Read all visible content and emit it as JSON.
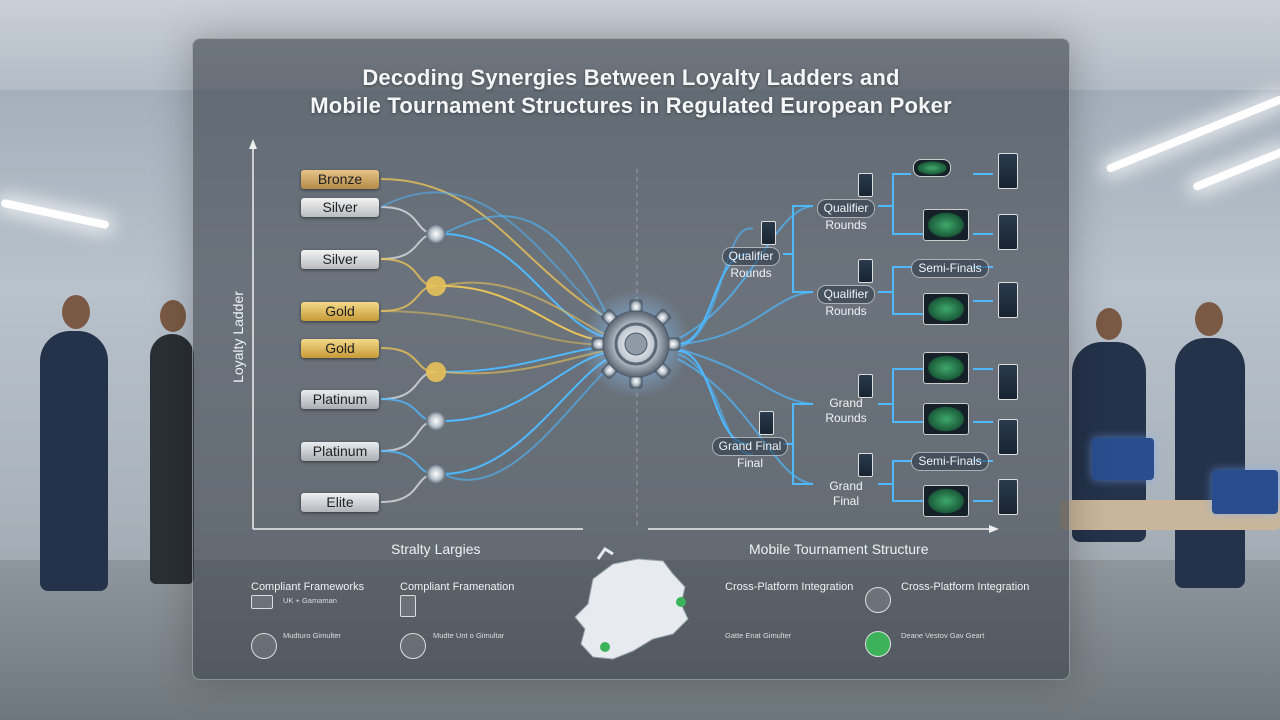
{
  "title": {
    "line1": "Decoding Synergies Between Loyalty Ladders and",
    "line2": "Mobile Tournament Structures in Regulated European Poker"
  },
  "y_axis_label": "Loyalty Ladder",
  "left_axis_caption": "Stralty Largies",
  "right_axis_caption": "Mobile Tournament Structure",
  "tiers": [
    "Bronze",
    "Silver",
    "Silver",
    "Gold",
    "Gold",
    "Platinum",
    "Platinum",
    "Elite"
  ],
  "tournament_nodes": {
    "qualifier_left": [
      "Qualifier",
      "Rounds"
    ],
    "grand_final_left": [
      "Grand Final",
      "Final"
    ],
    "qualifier_top": [
      "Qualifier",
      "Rounds"
    ],
    "qualifier_mid": [
      "Qualifier",
      "Rounds"
    ],
    "grand_rounds": [
      "Grand",
      "Rounds"
    ],
    "grand_final": [
      "Grand",
      "Final"
    ],
    "semi_finals_1": "Semi-Finals",
    "semi_finals_2": "Semi-Finals"
  },
  "footer": {
    "col1_heading": "Compliant Frameworks",
    "col1_item1_title": "UK + Gamaman",
    "col1_item2_title": "Mudturo Gimulter",
    "col2_heading": "Compliant Framenation",
    "col2_item2_title": "Mudte Unt o Gimultar",
    "col3_heading": "Cross-Platform Integration",
    "col3_item2_title": "Gatte Enat Gimulter",
    "col4_heading": "Cross-Platform Integration",
    "col4_item2_title": "Deane Vestov Gav Geart"
  },
  "colors": {
    "gold": "#e8c25a",
    "blue": "#4fb8ff",
    "silver": "#d9dde2",
    "panel": "#3c424a"
  },
  "icons": [
    "gear-icon",
    "phone-icon",
    "tablet-icon",
    "shield-icon",
    "check-icon",
    "europe-map-icon",
    "poker-chips-icon"
  ]
}
